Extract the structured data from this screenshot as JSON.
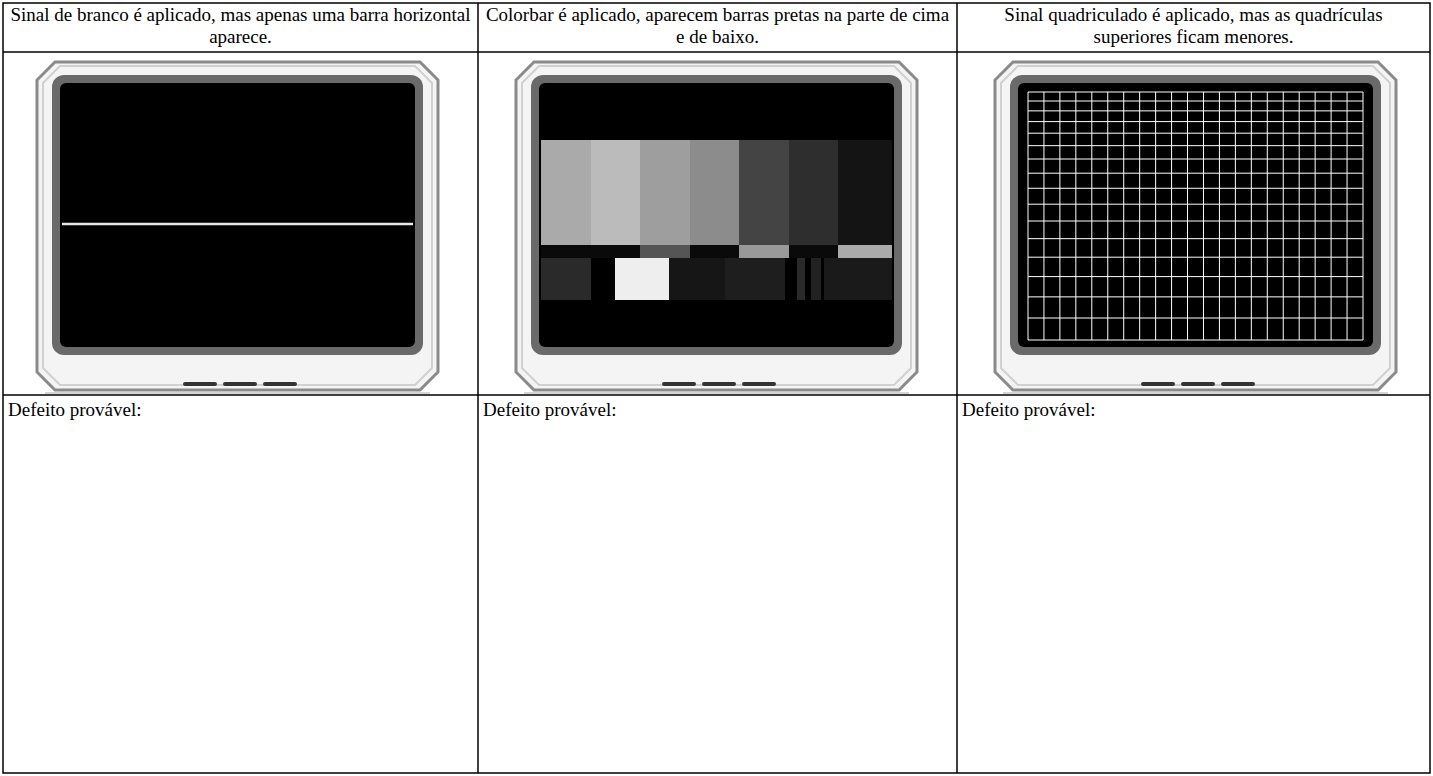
{
  "diagram": {
    "labels": [
      "Sinal de branco é aplicado, mas apenas uma barra horizontal aparece.",
      "Colorbar é aplicado, aparecem barras pretas na parte de cima e de baixo.",
      "Sinal quadriculado é aplicado, mas as quadrículas superiores ficam menores.",
      "Defeito provável:",
      "Defeito provável:",
      "Defeito provável:"
    ]
  }
}
